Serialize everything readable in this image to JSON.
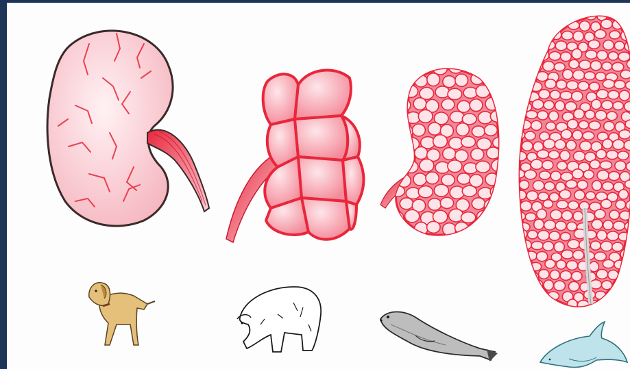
{
  "figure": {
    "subject": "kidney-morphology-comparison",
    "background_color": "#1d3557",
    "panel_color": "#fdfdfd"
  },
  "colors": {
    "kidney_fill": "#f7b9c1",
    "kidney_light": "#fde4e8",
    "kidney_outline": "#e8273c",
    "vessel": "#d81f36",
    "outline_dark": "#2a2a2a"
  },
  "specimens": [
    {
      "id": "dog",
      "kidney": "unilobar-smooth",
      "icon": "dog-icon"
    },
    {
      "id": "polar-bear",
      "kidney": "reniculate-large-lobes",
      "icon": "polar-bear-icon"
    },
    {
      "id": "seal",
      "kidney": "reniculate-small-lobes",
      "icon": "seal-icon"
    },
    {
      "id": "dolphin",
      "kidney": "reniculate-many-lobes",
      "icon": "dolphin-icon"
    }
  ]
}
